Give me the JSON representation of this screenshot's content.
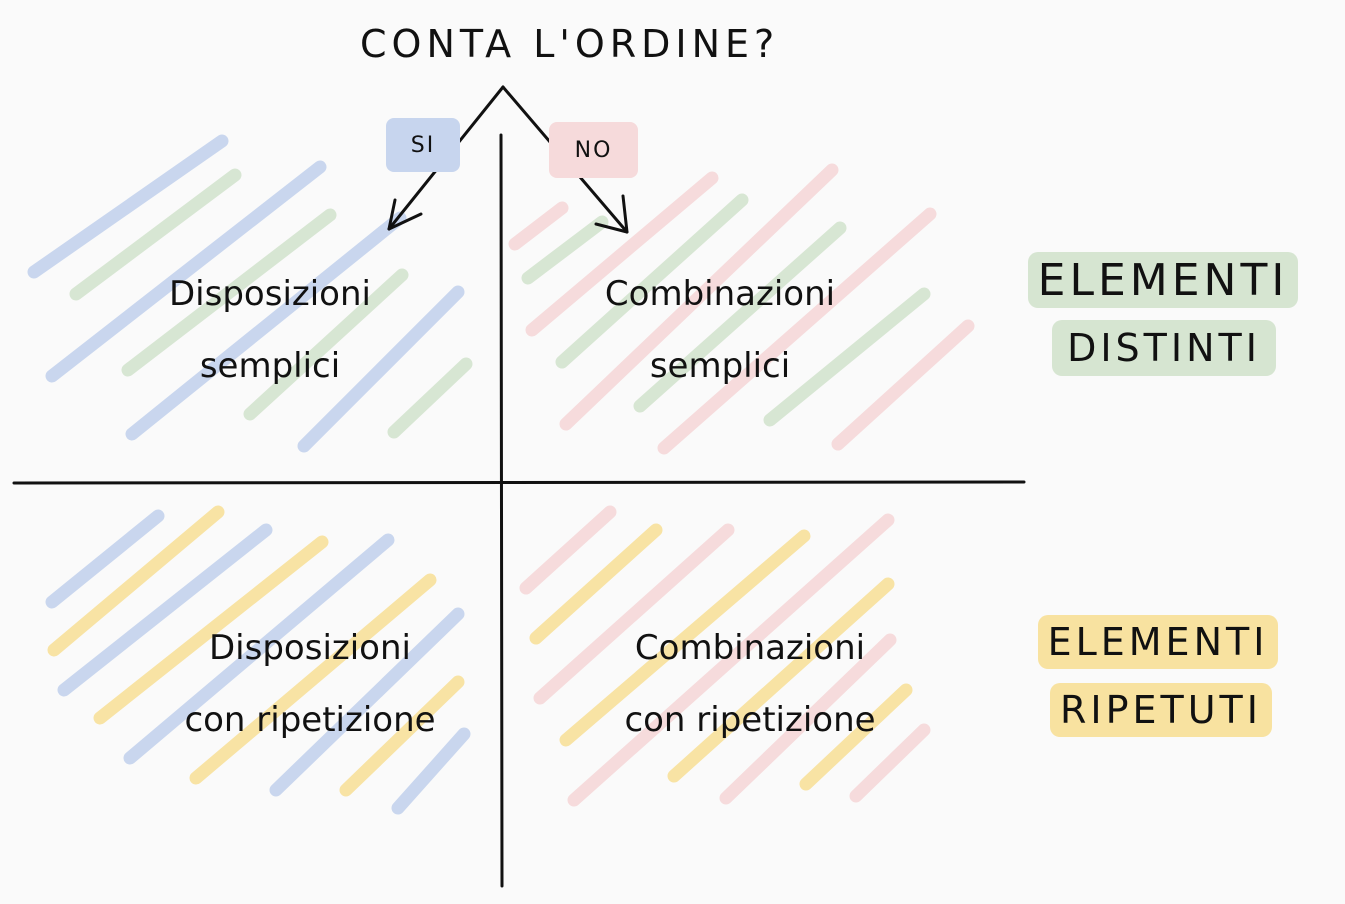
{
  "question": "CONTA L'ORDINE?",
  "branches": {
    "yes": "SI",
    "no": "NO"
  },
  "quadrants": {
    "top_left": {
      "line1": "Disposizioni",
      "line2": "semplici"
    },
    "top_right": {
      "line1": "Combinazioni",
      "line2": "semplici"
    },
    "bottom_left": {
      "line1": "Disposizioni",
      "line2": "con ripetizione"
    },
    "bottom_right": {
      "line1": "Combinazioni",
      "line2": "con ripetizione"
    }
  },
  "legend": {
    "distinct": {
      "line1": "ELEMENTI",
      "line2": "DISTINTI"
    },
    "repeated": {
      "line1": "ELEMENTI",
      "line2": "RIPETUTI"
    }
  },
  "colors": {
    "order_matters": "#c7d5ee",
    "order_not_matters": "#f6dadb",
    "distinct_elements": "#d6e5d1",
    "repeated_elements": "#f8e2a0",
    "ink": "#111111",
    "background": "#fafafa"
  }
}
